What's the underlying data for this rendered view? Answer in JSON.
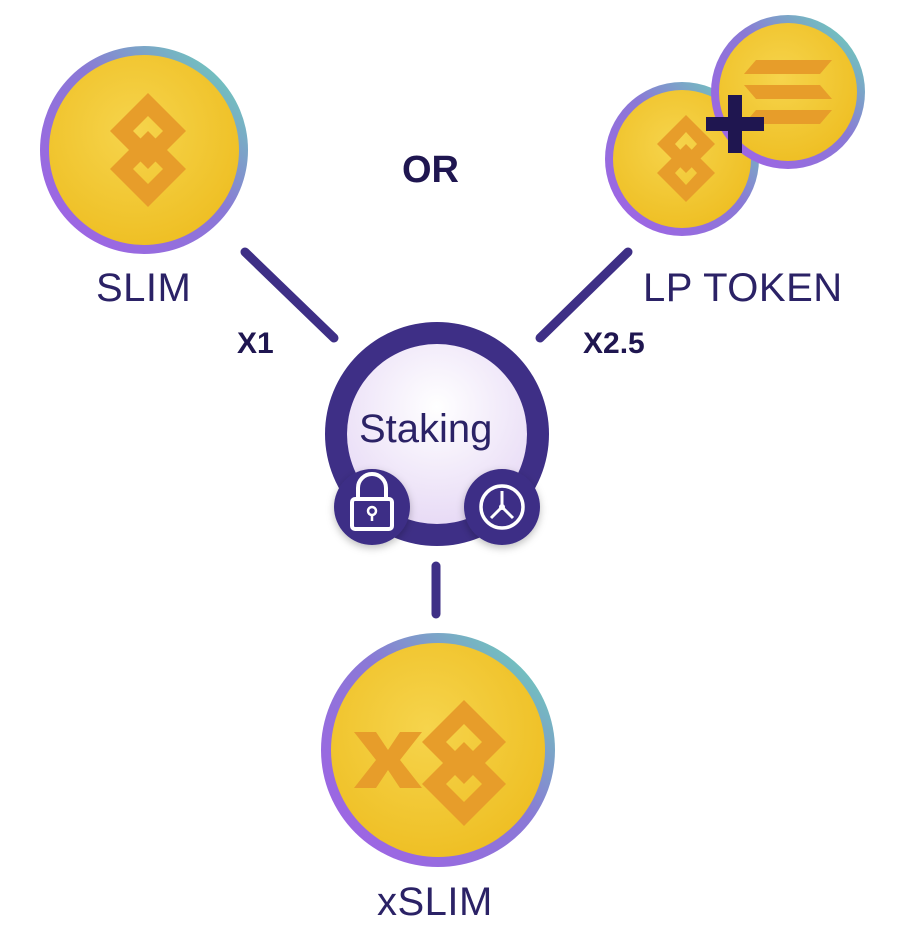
{
  "or_label": "OR",
  "tokens": {
    "slim": {
      "label": "SLIM",
      "multiplier": "X1",
      "icon": "slim-8-logo"
    },
    "lp": {
      "label": "LP TOKEN",
      "multiplier": "X2.5",
      "icon": "slim-plus-solana-logo"
    },
    "xslim": {
      "label": "xSLIM",
      "icon": "x8-logo"
    }
  },
  "staking": {
    "label": "Staking",
    "icons": [
      "lock-icon",
      "clock-icon"
    ]
  },
  "colors": {
    "navy": "#2b2266",
    "ring": "#3e2f86",
    "coin_gold": "#f2c531",
    "coin_glyph": "#e79d2a",
    "coin_rim_from": "#a35fe8",
    "coin_rim_to": "#67e0b4",
    "staking_fill": "#f3ebfb"
  }
}
